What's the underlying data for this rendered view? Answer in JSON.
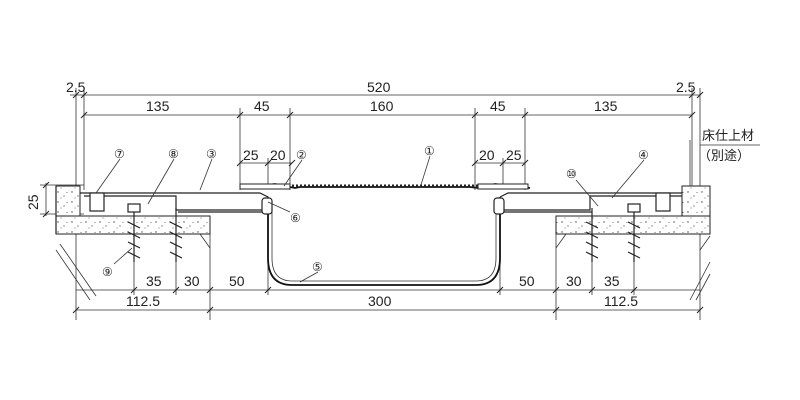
{
  "dimensions": {
    "total_width": "520",
    "left_gap": "2.5",
    "right_gap": "2.5",
    "left_span": "135",
    "right_span": "135",
    "left_cover": "45",
    "center": "160",
    "right_cover": "45",
    "left_25": "25",
    "left_20": "20",
    "right_20": "20",
    "right_25": "25",
    "thickness": "25",
    "left_35": "35",
    "left_30": "30",
    "left_50": "50",
    "right_50": "50",
    "right_30": "30",
    "right_35": "35",
    "bottom_left": "112.5",
    "bottom_center": "300",
    "bottom_right": "112.5"
  },
  "callouts": {
    "c1": "①",
    "c2": "②",
    "c3": "③",
    "c4": "④",
    "c5": "⑤",
    "c6": "⑥",
    "c7": "⑦",
    "c8": "⑧",
    "c9": "⑨",
    "c10": "⑩"
  },
  "note": {
    "line1": "床仕上材",
    "line2": "（別途）"
  }
}
